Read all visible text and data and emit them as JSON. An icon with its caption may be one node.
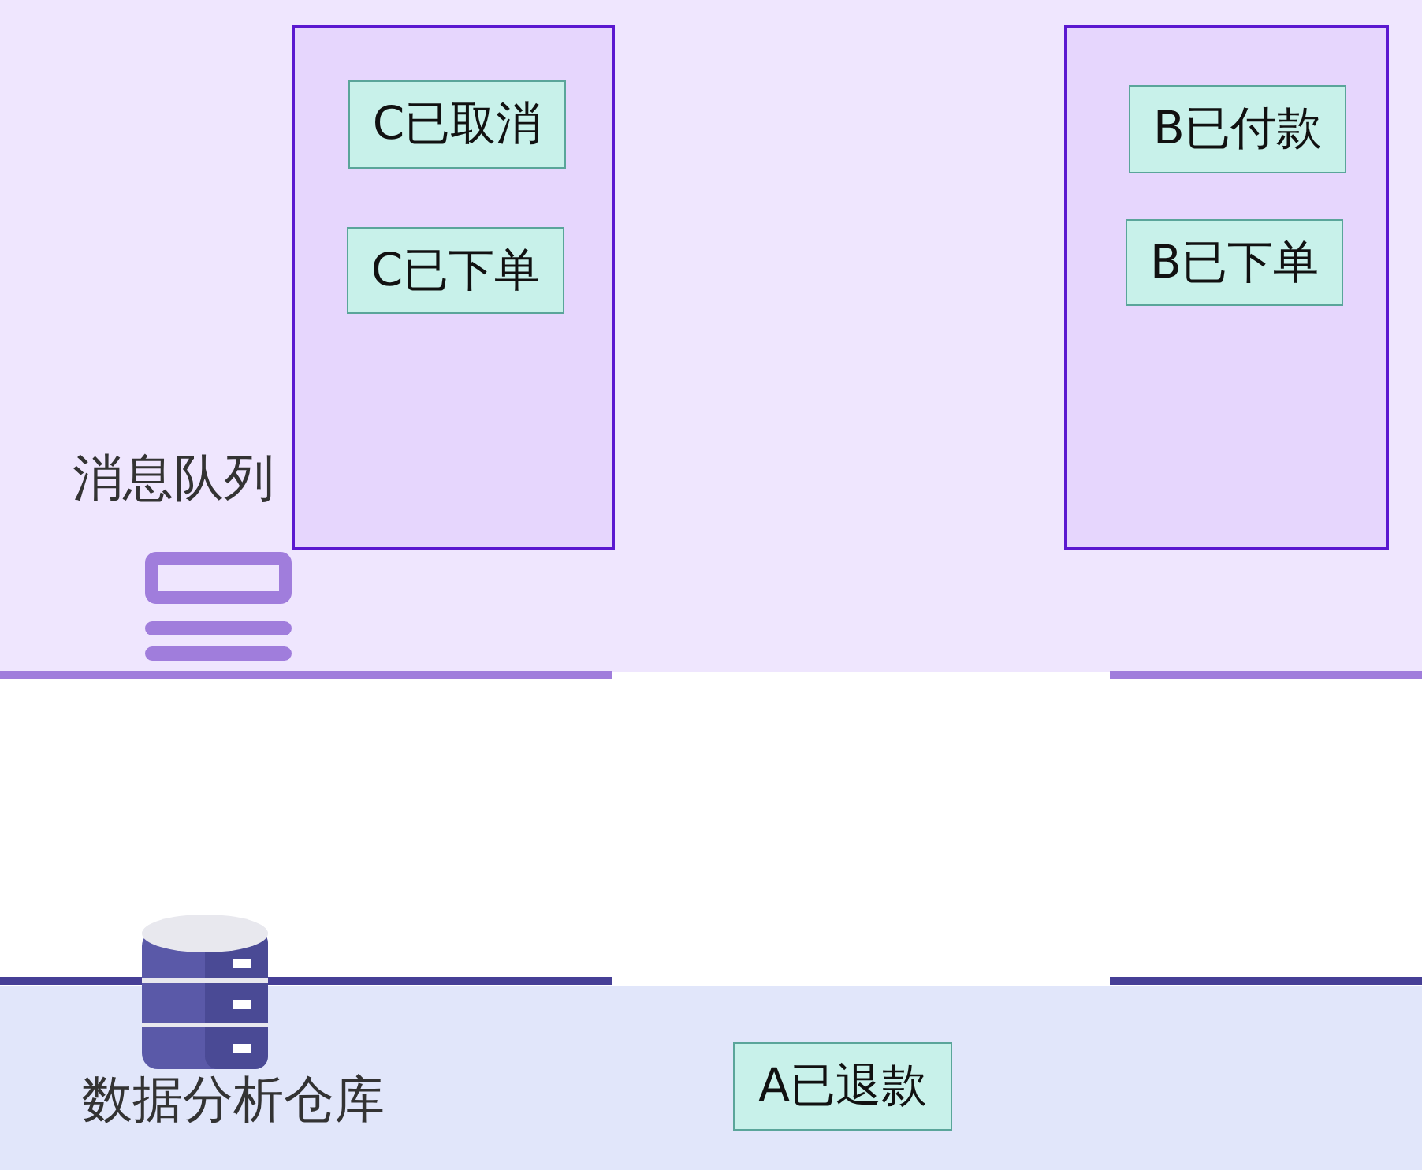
{
  "diagram": {
    "nodes": [
      {
        "text": [
          "消息队列"
        ]
      },
      {
        "text": [],
        "shape": "box",
        "in": 0
      },
      {
        "text": [
          "C已取消"
        ],
        "in": 1
      },
      {
        "text": [
          "C已下单"
        ],
        "in": 1
      },
      {
        "text": [],
        "shape": "box",
        "in": 0
      },
      {
        "text": [
          "B已付款"
        ],
        "in": 4
      },
      {
        "text": [
          "B已下单"
        ],
        "in": 4
      },
      {
        "text": [
          "数据分析仓库"
        ]
      },
      {
        "text": [
          "A已退款"
        ],
        "in": 7
      }
    ]
  }
}
